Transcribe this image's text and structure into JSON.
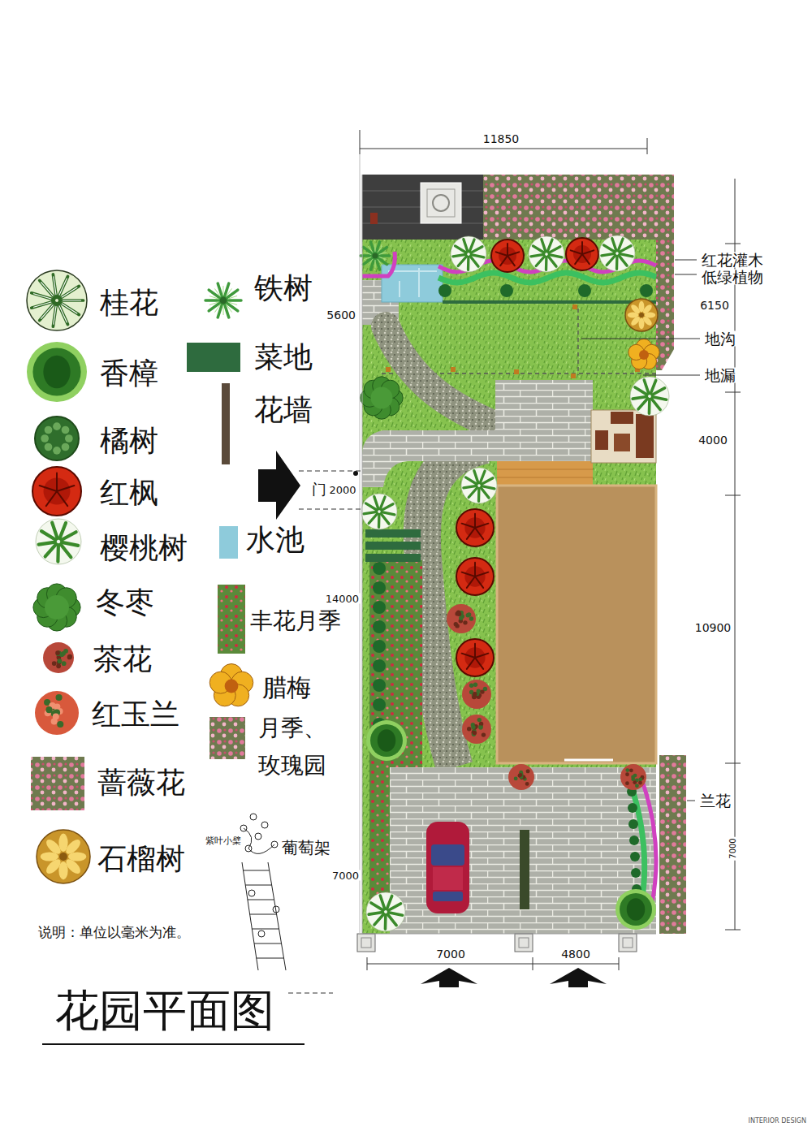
{
  "diagram": {
    "title": "花园平面图",
    "labels": [
      "11850",
      "5600",
      "6150",
      "红花灌木",
      "低绿植物",
      "地沟",
      "地漏",
      "4000",
      "门",
      "2000",
      "14000",
      "10900",
      "兰花",
      "7000",
      "7000",
      "7000",
      "4800",
      "紫叶小檗",
      "说明：单位以毫米为准。",
      "INTERIOR DESIGN"
    ],
    "legend": [
      {
        "text": "桂花"
      },
      {
        "text": "香樟"
      },
      {
        "text": "橘树"
      },
      {
        "text": "红枫"
      },
      {
        "text": "樱桃树"
      },
      {
        "text": "冬枣"
      },
      {
        "text": "茶花"
      },
      {
        "text": "红玉兰"
      },
      {
        "text": "蔷薇花"
      },
      {
        "text": "石榴树"
      },
      {
        "text": "铁树"
      },
      {
        "text": "菜地",
        "color": "#2e6b3e"
      },
      {
        "text": "花墙"
      },
      {
        "text": "水池",
        "color": "#8ecbdb"
      },
      {
        "text": "丰花月季"
      },
      {
        "text": "腊梅"
      },
      {
        "text": "月季、 玫瑰园"
      },
      {
        "text": "葡萄架"
      }
    ]
  }
}
